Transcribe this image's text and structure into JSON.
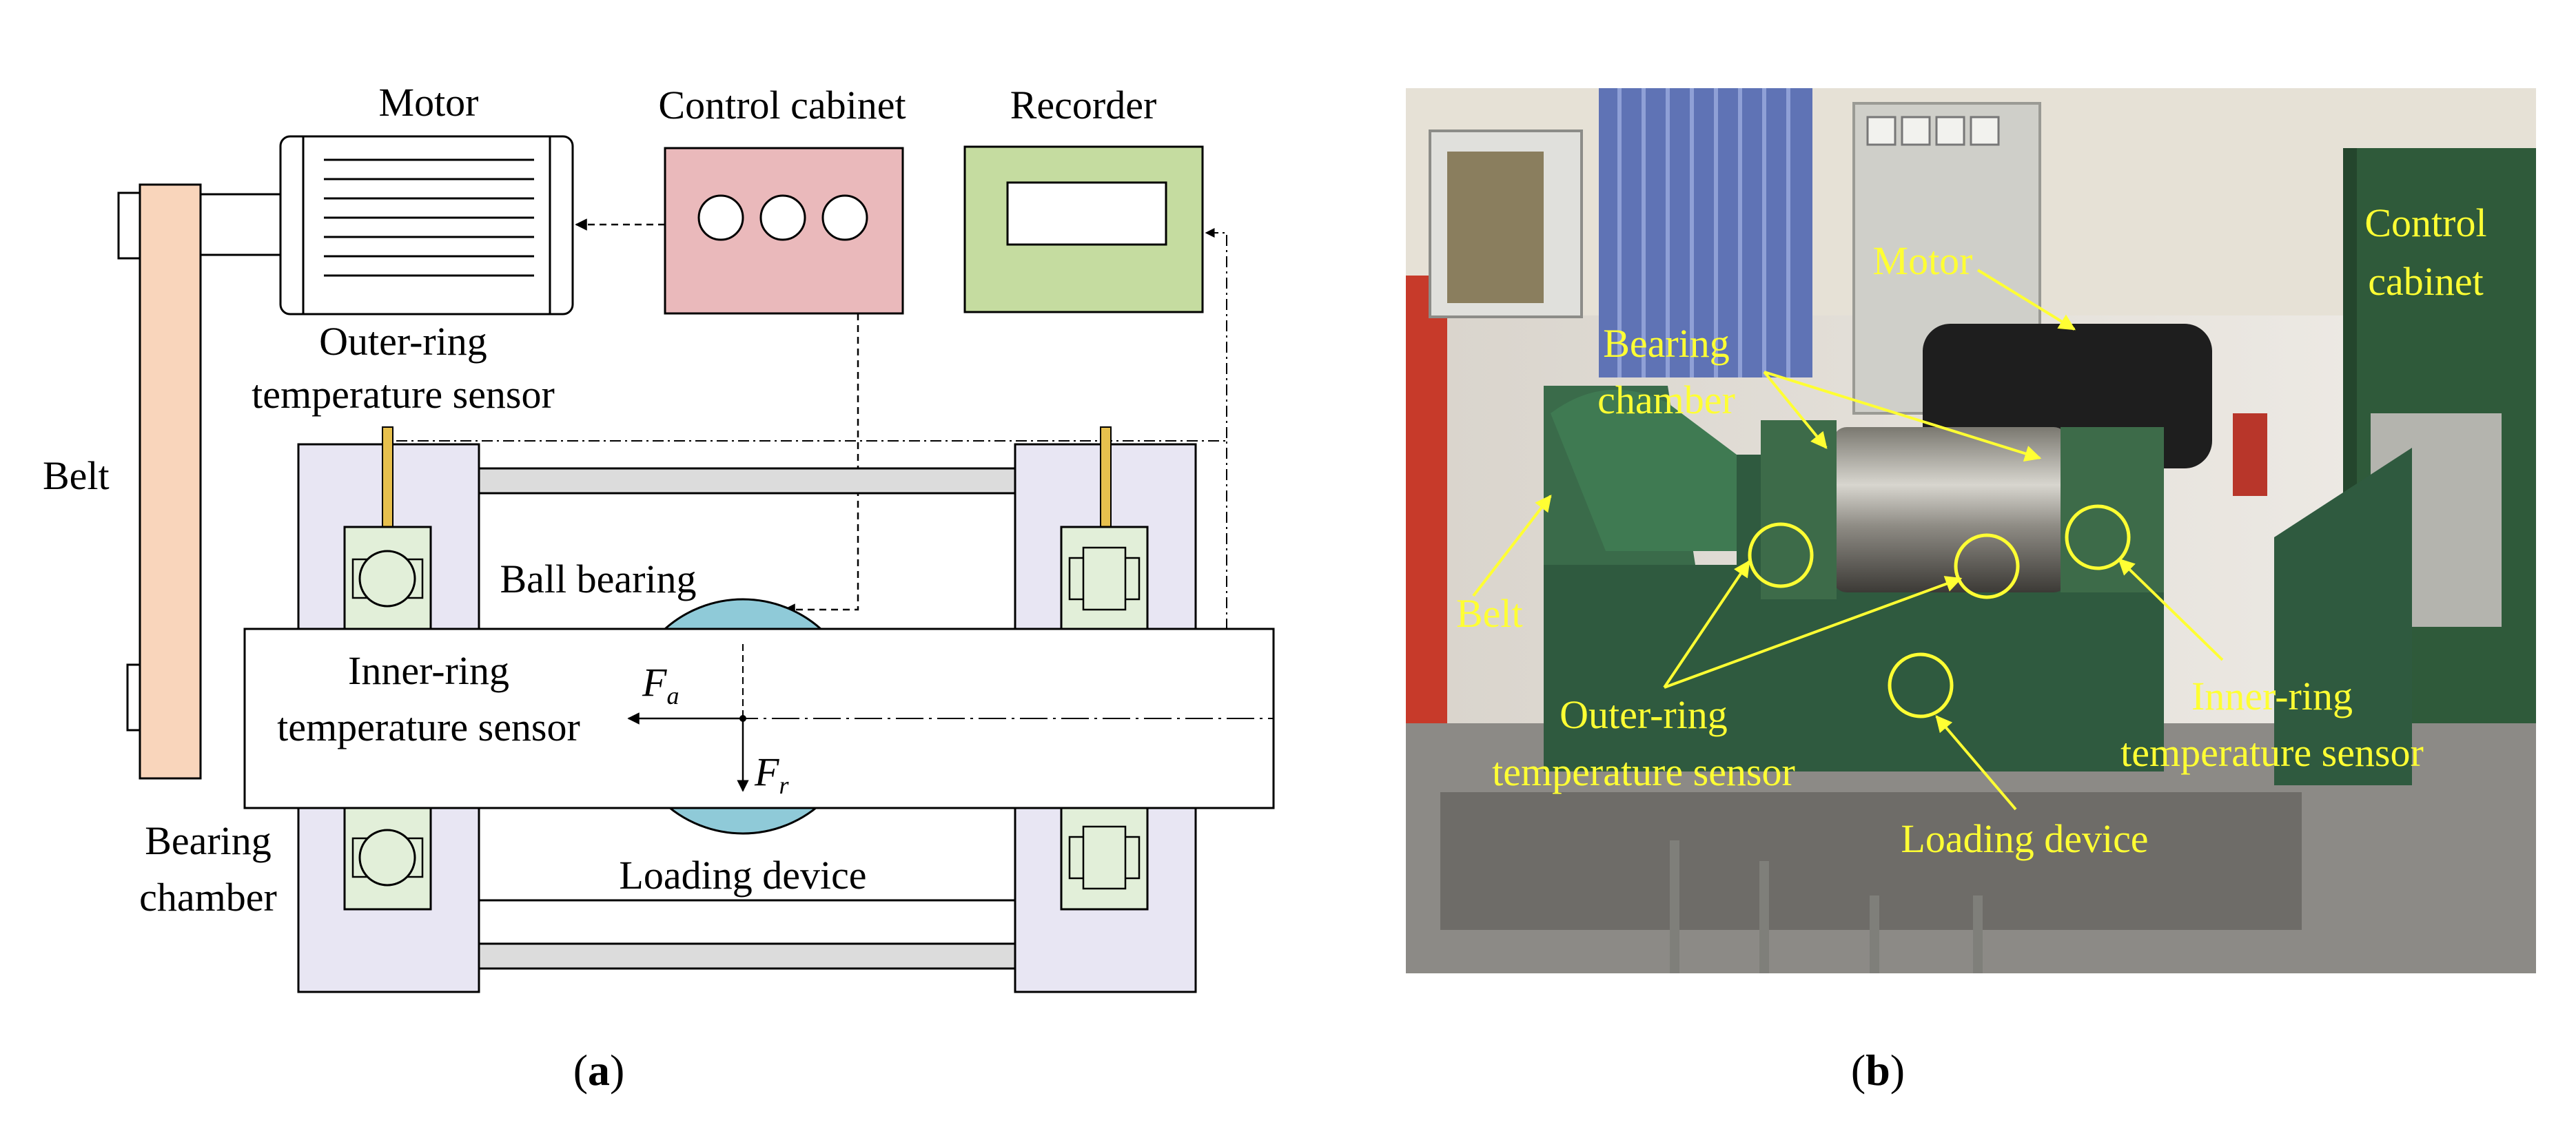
{
  "panel_a": {
    "caption_letter": "a",
    "labels": {
      "motor": "Motor",
      "control_cabinet": "Control cabinet",
      "recorder": "Recorder",
      "belt": "Belt",
      "outer_ring_sensor_line1": "Outer-ring",
      "outer_ring_sensor_line2": "temperature sensor",
      "ball_bearing": "Ball bearing",
      "inner_ring_sensor_line1": "Inner-ring",
      "inner_ring_sensor_line2": "temperature sensor",
      "bearing_chamber_line1": "Bearing",
      "bearing_chamber_line2": "chamber",
      "loading_device": "Loading device",
      "force_axial": "F",
      "force_axial_sub": "a",
      "force_radial": "F",
      "force_radial_sub": "r"
    },
    "colors": {
      "belt": "#f9d5bb",
      "control_cabinet": "#eab9bb",
      "recorder": "#c5dca0",
      "bearing_chamber": "#e8e6f3",
      "bearing": "#e2efd9",
      "loading_device": "#8fcad8",
      "sensor": "#e7c04d"
    }
  },
  "panel_b": {
    "caption_letter": "b",
    "labels": {
      "control_cabinet_line1": "Control",
      "control_cabinet_line2": "cabinet",
      "motor": "Motor",
      "bearing_chamber_line1": "Bearing",
      "bearing_chamber_line2": "chamber",
      "belt": "Belt",
      "outer_ring_line1": "Outer-ring",
      "outer_ring_line2": "temperature sensor",
      "inner_ring_line1": "Inner-ring",
      "inner_ring_line2": "temperature sensor",
      "loading_device": "Loading device"
    },
    "label_color": "#ffff33"
  }
}
